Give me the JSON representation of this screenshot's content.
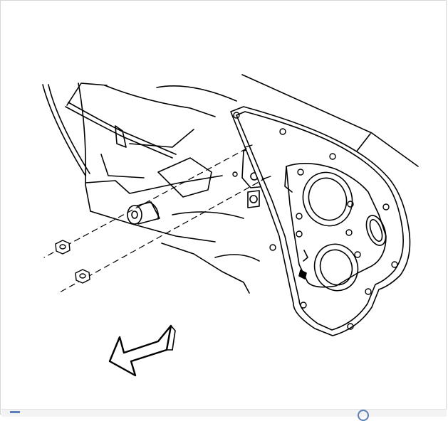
{
  "diagram": {
    "line_color": "#000000",
    "fill_color": "#ffffff",
    "parts": {
      "door_module_panel": "door-module-panel",
      "speaker_openings": [
        "upper-speaker-opening",
        "lower-speaker-opening"
      ],
      "window_regulator": "window-regulator",
      "regulator_mounting_studs": 2,
      "panel_perimeter_bolts": 12,
      "nuts": 2
    },
    "arrow": {
      "icon": "front-direction-arrow",
      "direction": "down-left"
    }
  },
  "ui": {
    "bottom_left_icon": "menu-icon",
    "bottom_right_icon": "help-icon",
    "accent_color": "#5b7fb6"
  }
}
